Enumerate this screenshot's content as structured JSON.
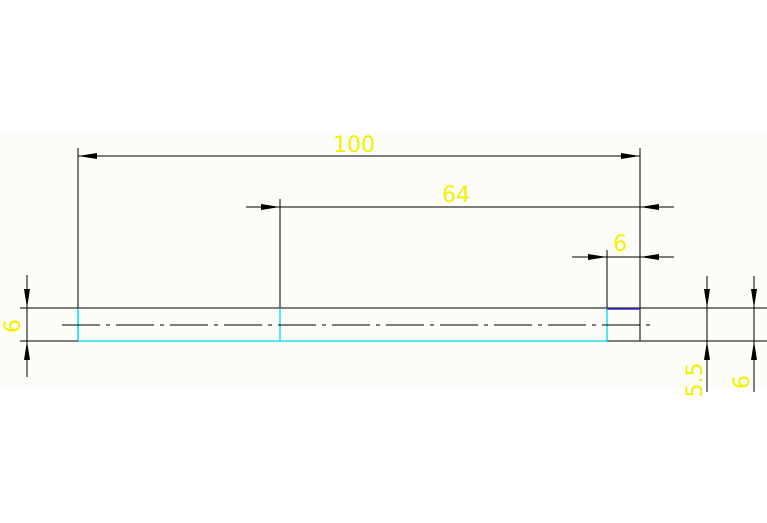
{
  "colors": {
    "page_background": "#ffffff",
    "canvas_background": "#fcfdf8",
    "dimension_line": "#000000",
    "dimension_text": "#f2f200",
    "part_outline": "#00d7f0",
    "center_line": "#000000",
    "hidden_edge": "#3a2cd0"
  },
  "dimensions": {
    "overall_length": "100",
    "inner_length": "64",
    "end_width": "6",
    "left_height": "6",
    "right_height_a": "5.5",
    "right_height_b": "6"
  }
}
